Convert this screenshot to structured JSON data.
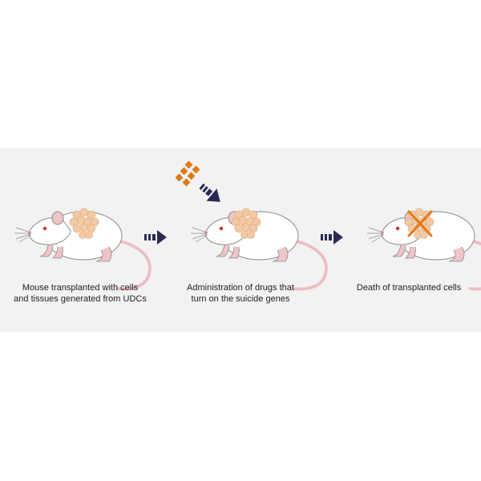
{
  "colors": {
    "background": "#f2f2f2",
    "arrow": "#2a2a55",
    "drug": "#e07a1a",
    "cells": "#f3c9a4",
    "cross": "#e07a1a",
    "mouse_body": "#ffffff",
    "mouse_outline": "#8a8a8a",
    "mouse_pink": "#f1c4c8"
  },
  "steps": [
    {
      "caption_line1": "Mouse transplanted with cells",
      "caption_line2": "and tissues generated from UDCs",
      "icon": "mouse-with-cells"
    },
    {
      "caption_line1": "Administration of drugs that",
      "caption_line2": "turn on the suicide genes",
      "icon": "mouse-with-drug"
    },
    {
      "caption_line1": "Death of transplanted cells",
      "caption_line2": "",
      "icon": "mouse-dead-cells"
    }
  ]
}
